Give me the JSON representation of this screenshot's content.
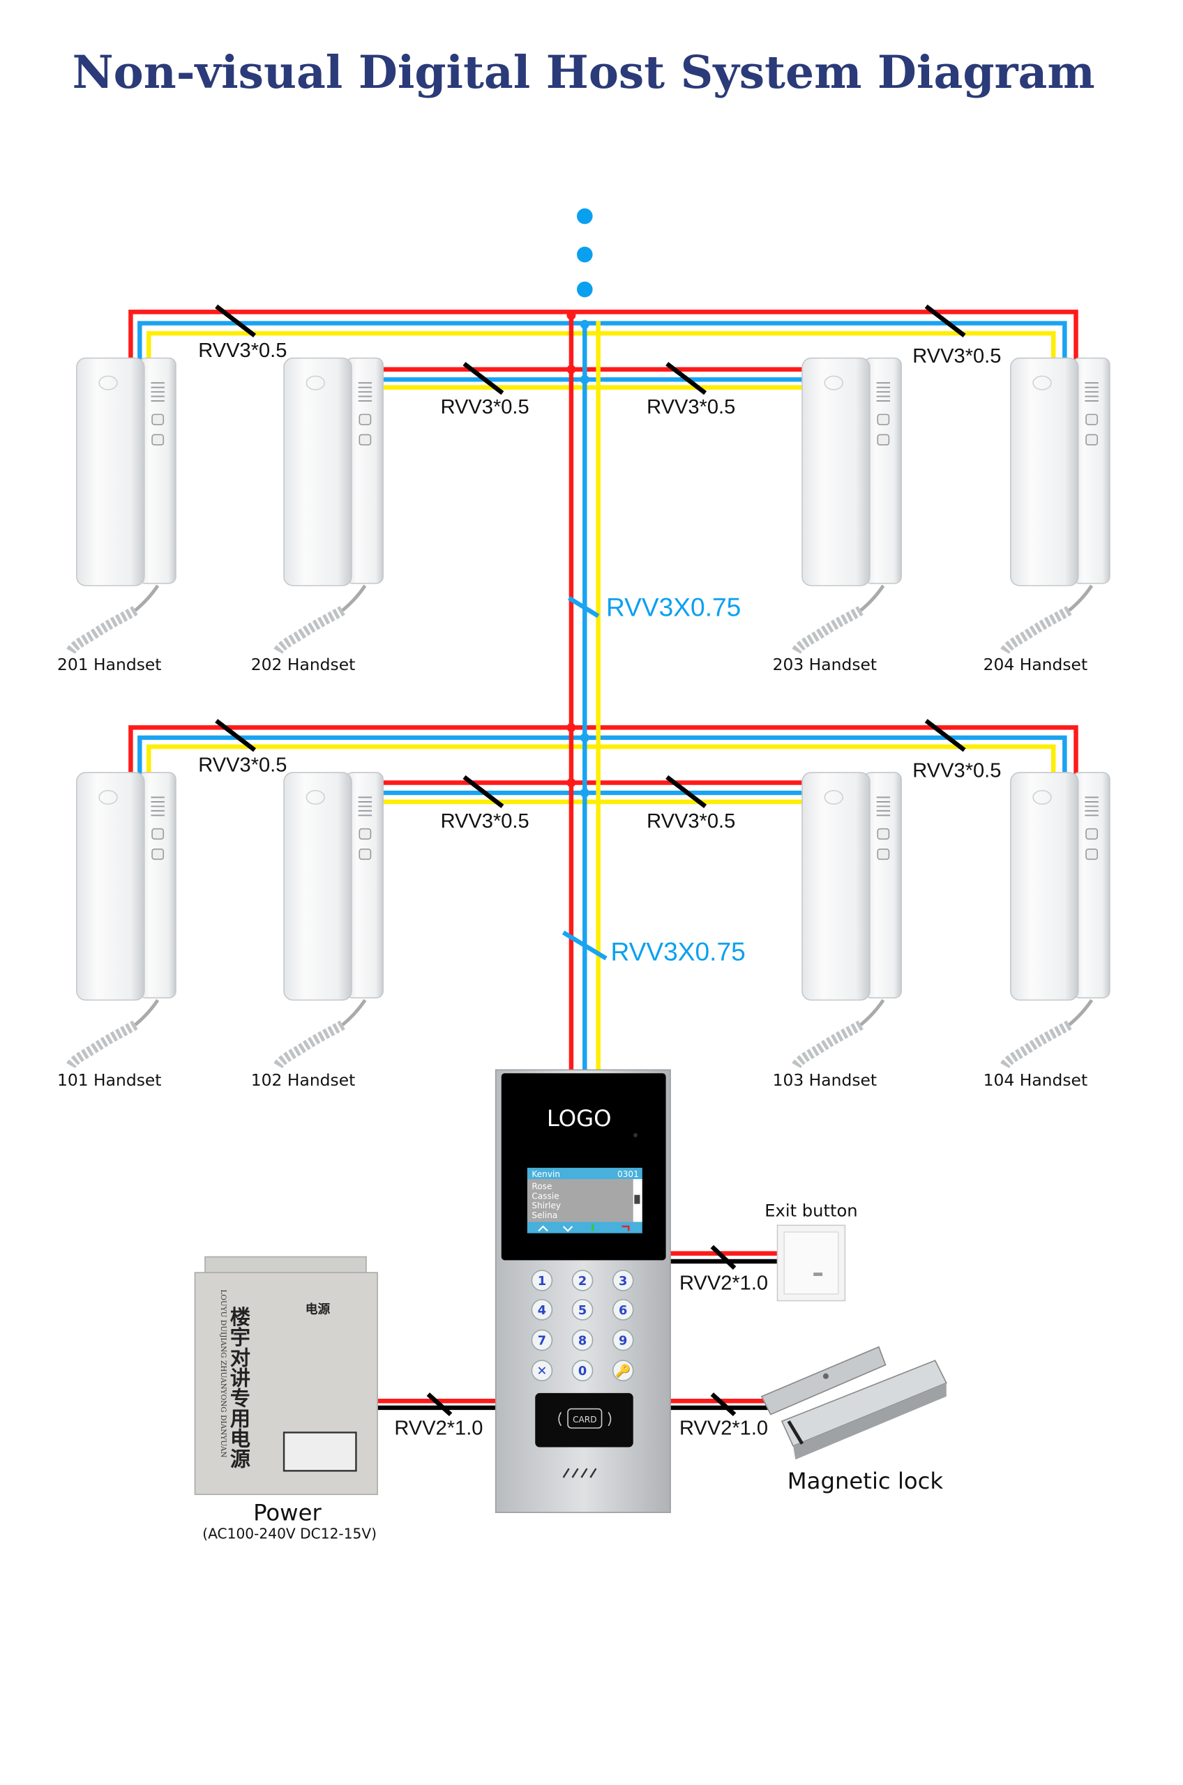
{
  "title": "Non-visual Digital Host System Diagram",
  "colors": {
    "red": "#ff1a1a",
    "blue": "#1aa3f0",
    "yellow": "#ffee00",
    "black": "#000000",
    "title": "#2b3a78",
    "cable_label_blue": "#0aa0f0"
  },
  "cables": {
    "branch": "RVV3*0.5",
    "trunk": "RVV3X0.75",
    "power": "RVV2*1.0"
  },
  "handsets": {
    "upper": [
      "201 Handset",
      "202 Handset",
      "203 Handset",
      "204 Handset"
    ],
    "lower": [
      "101 Handset",
      "102 Handset",
      "103 Handset",
      "104 Handset"
    ]
  },
  "door_station": {
    "logo": "LOGO",
    "screen": {
      "header_name": "Kenvin",
      "header_code": "0301",
      "list": [
        "Rose",
        "Cassie",
        "Shirley",
        "Selina"
      ]
    },
    "keys": [
      "1",
      "2",
      "3",
      "4",
      "5",
      "6",
      "7",
      "8",
      "9",
      "✕",
      "0",
      "🔑"
    ],
    "card_label": "CARD"
  },
  "power": {
    "label": "Power",
    "spec": "(AC100-240V DC12-15V)",
    "box_text_cn": "楼宇对讲专用电源",
    "box_text_pinyin": "LOUYU DUIJIANG ZHUANYONG DIANYUAN",
    "box_badge": "电源"
  },
  "exit_button": {
    "label": "Exit button"
  },
  "magnetic_lock": {
    "label": "Magnetic lock"
  }
}
